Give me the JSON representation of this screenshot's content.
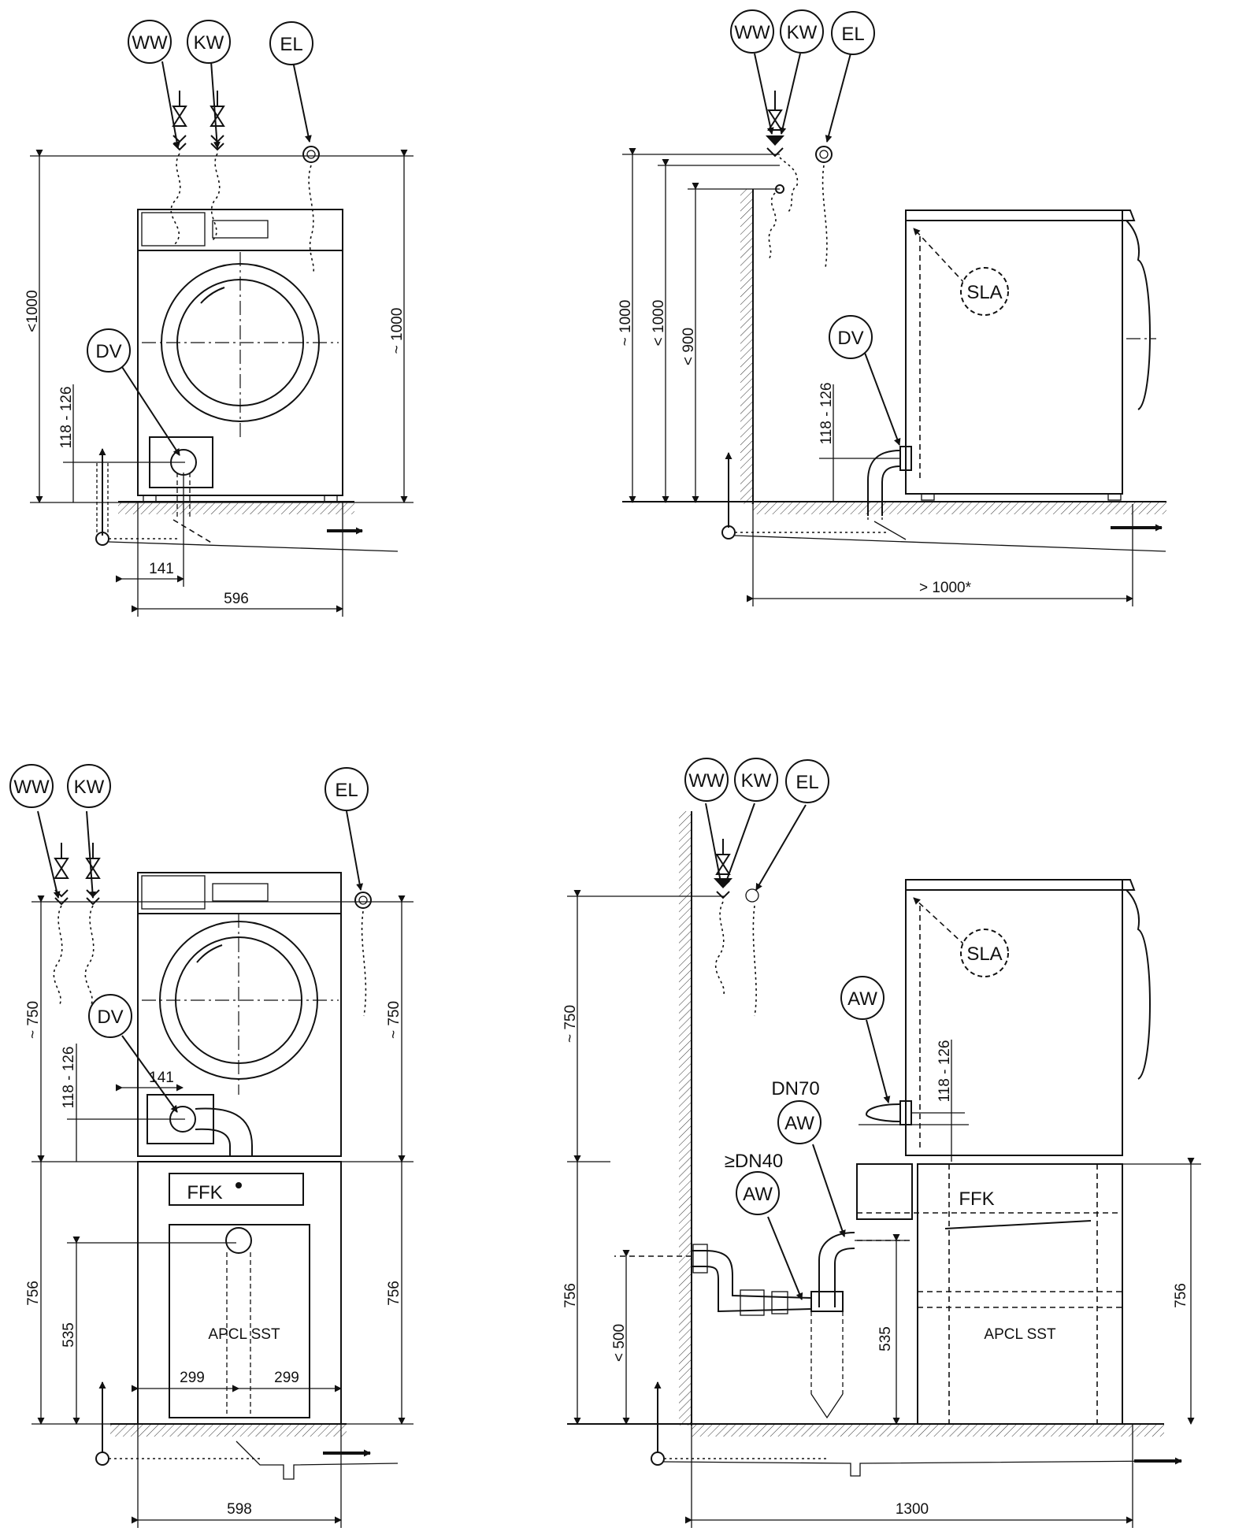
{
  "labels": {
    "ww": "WW",
    "kw": "KW",
    "el": "EL",
    "dv": "DV",
    "sla": "SLA",
    "aw": "AW",
    "dn70": "DN70",
    "dn40": "≥DN40",
    "ffk": "FFK",
    "apcl": "APCL SST"
  },
  "dims": {
    "lt1": "<1000",
    "lt1b": "~ 1000",
    "d118": "118 - 126",
    "d141": "141",
    "d596": "596",
    "rt1": "~ 1000",
    "rt2": "< 1000",
    "rt3": "< 900",
    "rt118": "118 - 126",
    "rtgt": "> 1000*",
    "lb750": "~ 750",
    "lb118": "118 - 126",
    "lb141": "141",
    "lb750b": "~ 750",
    "lb756": "756",
    "lb535": "535",
    "lb756b": "756",
    "lb299a": "299",
    "lb299b": "299",
    "lb598": "598",
    "rb750": "~ 750",
    "rb118": "118 - 126",
    "rb756": "756",
    "rb500": "< 500",
    "rb535": "535",
    "rb756b": "756",
    "rb1300": "1300"
  }
}
